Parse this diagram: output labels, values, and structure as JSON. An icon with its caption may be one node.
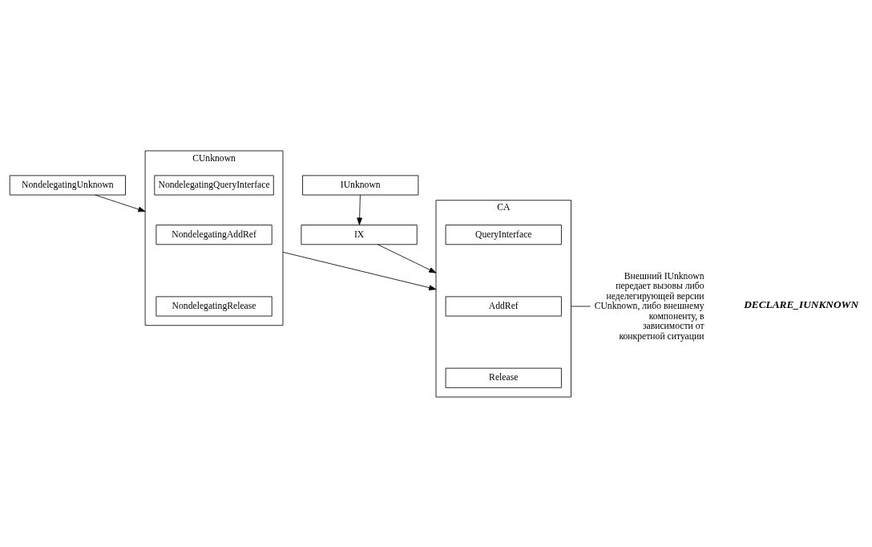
{
  "diagram": {
    "nodes": [
      {
        "text": [
          "NondelegatingUnknown"
        ]
      },
      {
        "text": [
          "IUnknown"
        ]
      },
      {
        "text": [
          "CUnknown"
        ]
      },
      {
        "text": [
          "NondelegatingQueryInterface"
        ],
        "in": 2
      },
      {
        "text": [
          "NondelegatingAddRef"
        ],
        "in": 2
      },
      {
        "text": [
          "NondelegatingRelease"
        ],
        "in": 2
      },
      {
        "text": [
          "IX"
        ]
      },
      {
        "text": [
          "CA"
        ]
      },
      {
        "text": [
          "QueryInterface"
        ],
        "in": 7
      },
      {
        "text": [
          "AddRef"
        ],
        "in": 7
      },
      {
        "text": [
          "Release"
        ],
        "in": 7
      },
      {
        "text": [
          "Внешний IUnknown передает вызовы либо неделегирующей версии CUnknown, либо внешнему компоненту, в зависимости от конкретной ситуации"
        ]
      }
    ],
    "edges": [
      {
        "from": 0,
        "to": 2,
        "arrow": "to"
      },
      {
        "from": 1,
        "to": 6,
        "arrow": "to"
      },
      {
        "from": 2,
        "to": 7,
        "arrow": "to"
      },
      {
        "from": 6,
        "to": 7,
        "arrow": "to"
      },
      {
        "from": 11,
        "to": 7,
        "arrow": "none"
      }
    ],
    "labels": [
      "DECLARE_IUNKNOWN"
    ]
  }
}
